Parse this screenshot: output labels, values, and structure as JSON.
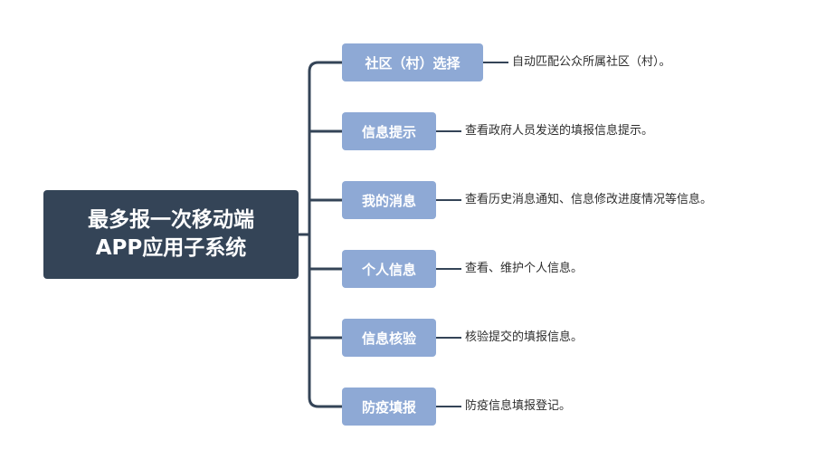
{
  "colors": {
    "root_fill": "#344457",
    "branch_fill": "#8ea9d5",
    "connector": "#344457",
    "text_on_node": "#ffffff",
    "desc_text": "#2e2e2e"
  },
  "mindmap": {
    "root": {
      "label": "最多报一次移动端\nAPP应用子系统"
    },
    "branches": [
      {
        "label": "社区（村）选择",
        "description": "自动匹配公众所属社区（村）。"
      },
      {
        "label": "信息提示",
        "description": "查看政府人员发送的填报信息提示。"
      },
      {
        "label": "我的消息",
        "description": "查看历史消息通知、信息修改进度情况等信息。"
      },
      {
        "label": "个人信息",
        "description": "查看、维护个人信息。"
      },
      {
        "label": "信息核验",
        "description": "核验提交的填报信息。"
      },
      {
        "label": "防疫填报",
        "description": "防疫信息填报登记。"
      }
    ]
  }
}
